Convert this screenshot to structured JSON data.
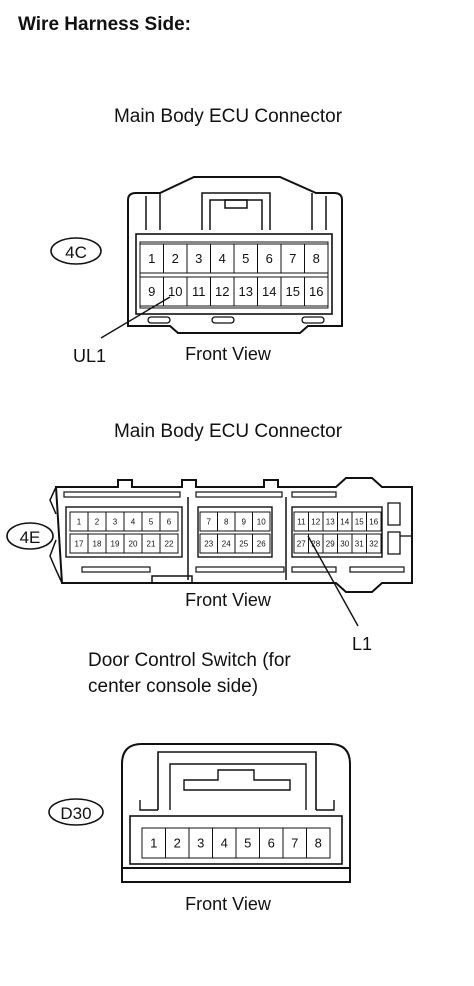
{
  "heading": "Wire Harness Side:",
  "connector_4c": {
    "name": "Main Body ECU Connector",
    "code": "4C",
    "view": "Front View",
    "wire_label": "UL1",
    "row1": [
      "1",
      "2",
      "3",
      "4",
      "5",
      "6",
      "7",
      "8"
    ],
    "row2": [
      "9",
      "10",
      "11",
      "12",
      "13",
      "14",
      "15",
      "16"
    ]
  },
  "connector_4e": {
    "name": "Main Body ECU Connector",
    "code": "4E",
    "view": "Front View",
    "wire_label": "L1",
    "left_row1": [
      "1",
      "2",
      "3",
      "4",
      "5",
      "6"
    ],
    "left_row2": [
      "17",
      "18",
      "19",
      "20",
      "21",
      "22"
    ],
    "mid_row1": [
      "7",
      "8",
      "9",
      "10"
    ],
    "mid_row2": [
      "23",
      "24",
      "25",
      "26"
    ],
    "right_row1": [
      "11",
      "12",
      "13",
      "14",
      "15",
      "16"
    ],
    "right_row2": [
      "27",
      "28",
      "29",
      "30",
      "31",
      "32"
    ]
  },
  "connector_d30": {
    "name_line1": "Door Control Switch (for",
    "name_line2": "center console side)",
    "code": "D30",
    "view": "Front View",
    "row1": [
      "1",
      "2",
      "3",
      "4",
      "5",
      "6",
      "7",
      "8"
    ]
  }
}
